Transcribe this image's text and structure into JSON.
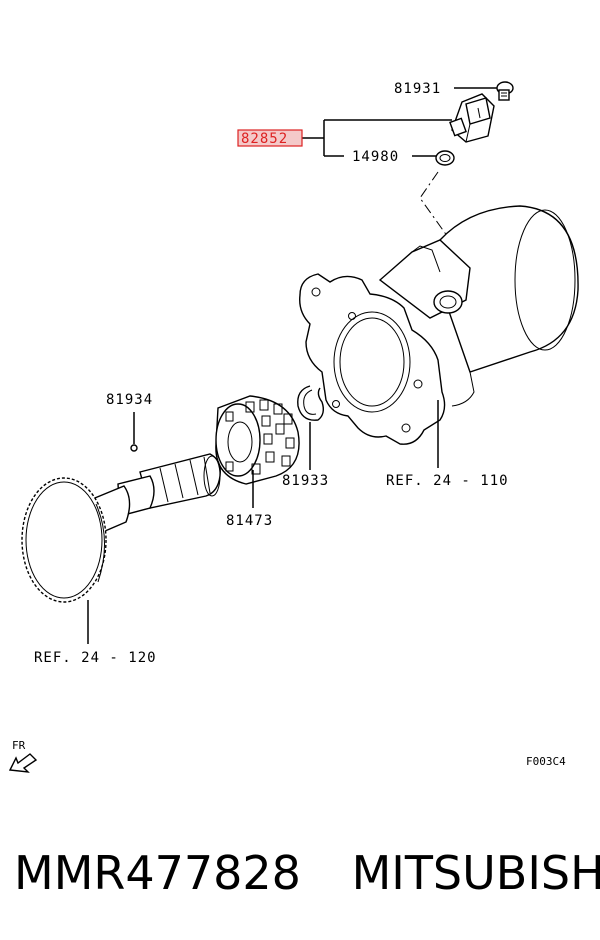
{
  "diagram": {
    "callouts": {
      "p81931": "81931",
      "p82852": "82852",
      "p14980": "14980",
      "p81934": "81934",
      "p81933": "81933",
      "p81473": "81473",
      "ref110": "REF. 24 - 110",
      "ref120": "REF. 24 - 120"
    },
    "highlight_part": "82852",
    "highlight_color": "#d22222",
    "fr_label": "FR",
    "figure_code": "F003C4"
  },
  "footer": {
    "part_number": "MMR477828",
    "brand": "MITSUBISHI"
  }
}
